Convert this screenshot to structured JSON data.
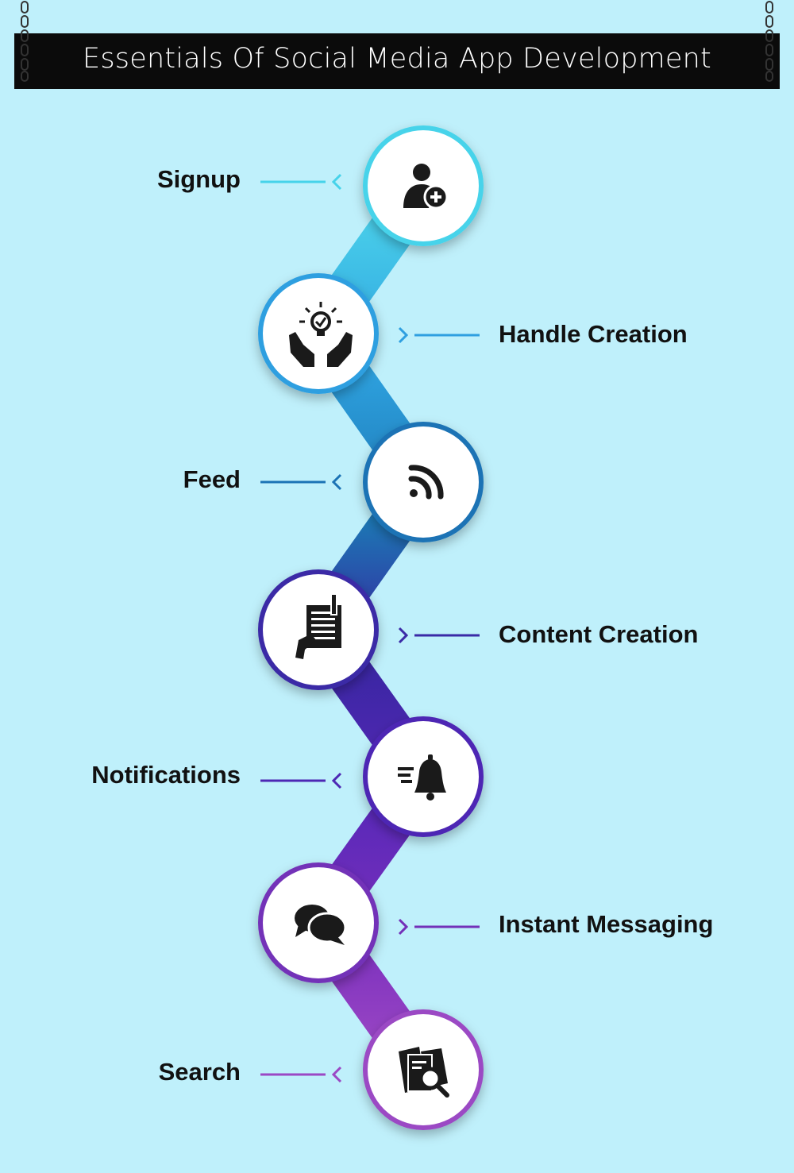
{
  "title": "Essentials Of Social Media App Development",
  "colors": {
    "background": "#bff0fb",
    "title_bar": "#0b0b0b",
    "title_text": "#ffffff"
  },
  "steps": [
    {
      "label": "Signup",
      "icon": "user-plus-icon",
      "color": "#46d3ea"
    },
    {
      "label": "Handle Creation",
      "icon": "idea-hands-icon",
      "color": "#2f9fe0"
    },
    {
      "label": "Feed",
      "icon": "rss-feed-icon",
      "color": "#1b73b5"
    },
    {
      "label": "Content Creation",
      "icon": "document-edit-icon",
      "color": "#3a2aa6"
    },
    {
      "label": "Notifications",
      "icon": "bell-icon",
      "color": "#4d28b4"
    },
    {
      "label": "Instant Messaging",
      "icon": "chat-bubbles-icon",
      "color": "#7330b8"
    },
    {
      "label": "Search",
      "icon": "document-search-icon",
      "color": "#9b48c4"
    }
  ]
}
